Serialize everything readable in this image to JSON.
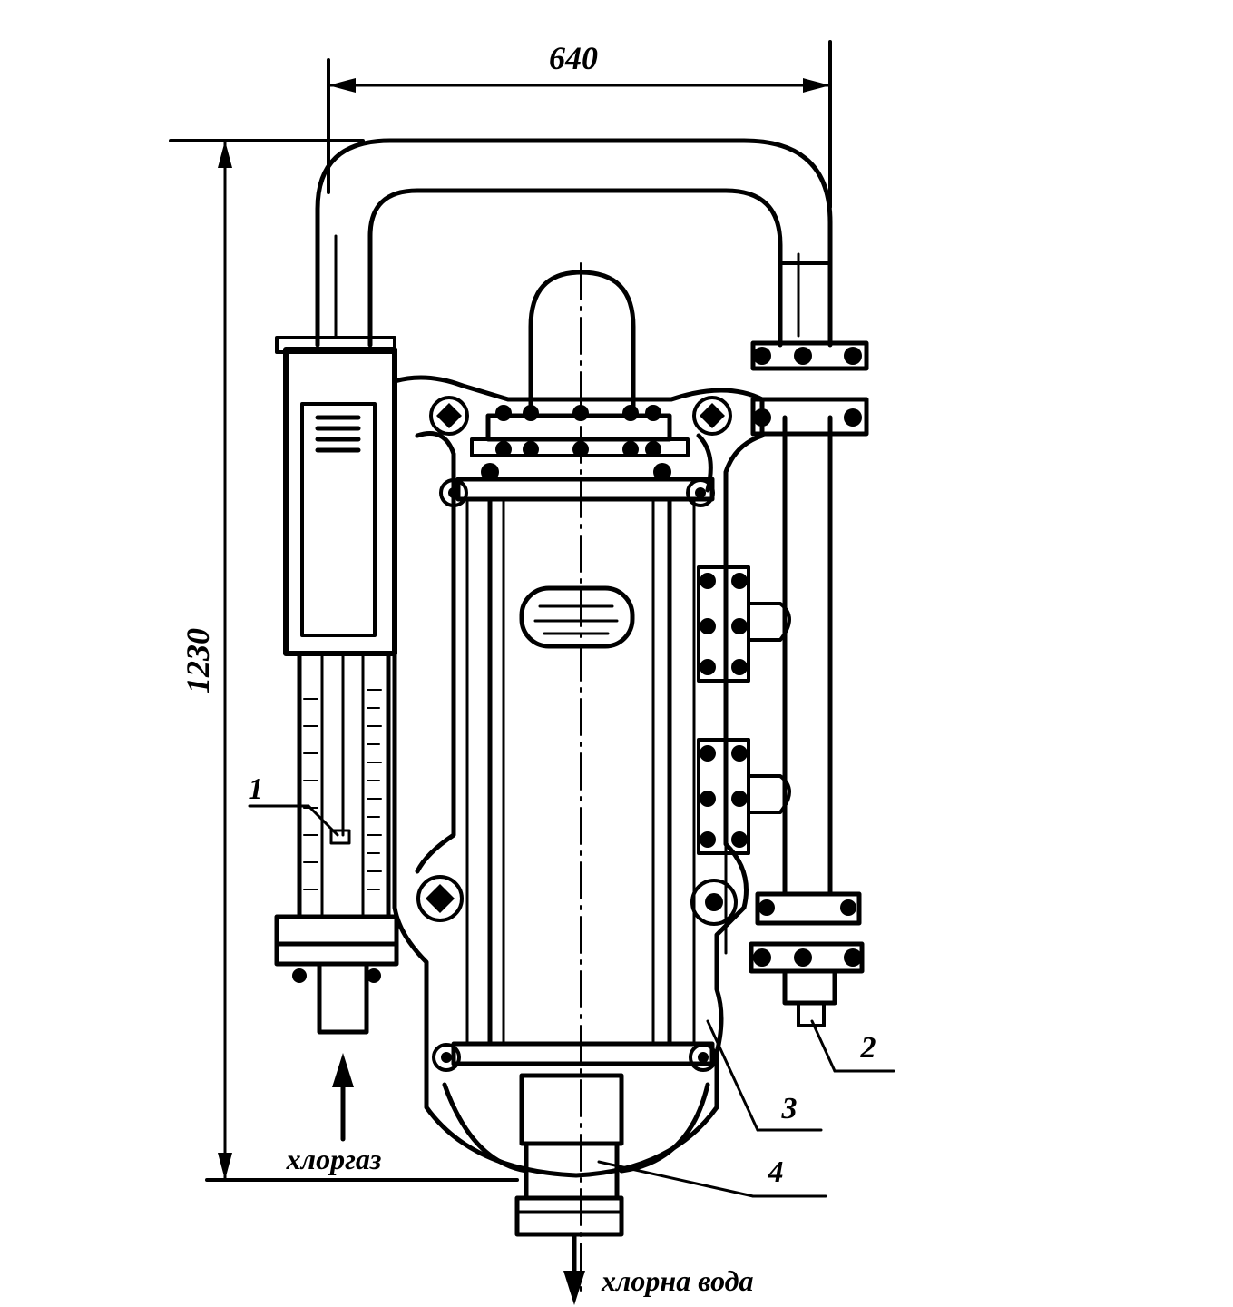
{
  "dimensions": {
    "width_label": "640",
    "height_label": "1230"
  },
  "callouts": [
    "1",
    "2",
    "3",
    "4"
  ],
  "flows": {
    "input": "хлоргаз",
    "output": "хлорна вода"
  },
  "colors": {
    "ink": "#000000",
    "paper": "#ffffff"
  }
}
